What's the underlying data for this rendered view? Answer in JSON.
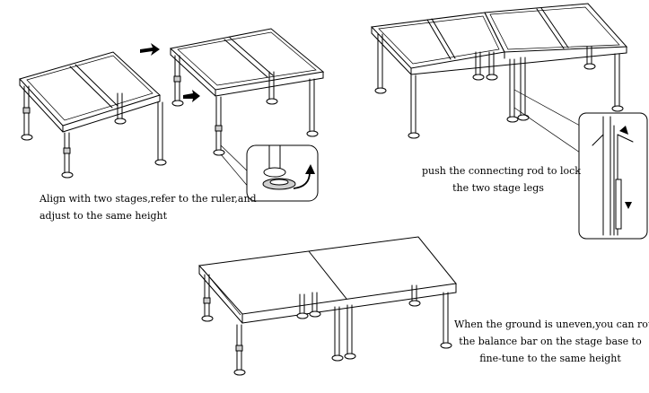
{
  "captions": {
    "align": [
      "Align with two stages,refer to the ruler,and",
      "adjust to the same height"
    ],
    "lock": [
      "push the connecting rod to lock",
      "the two stage legs"
    ],
    "uneven": [
      "When the ground is uneven,you can rotate",
      "the balance bar on the stage base to",
      "fine-tune to the same height"
    ]
  }
}
